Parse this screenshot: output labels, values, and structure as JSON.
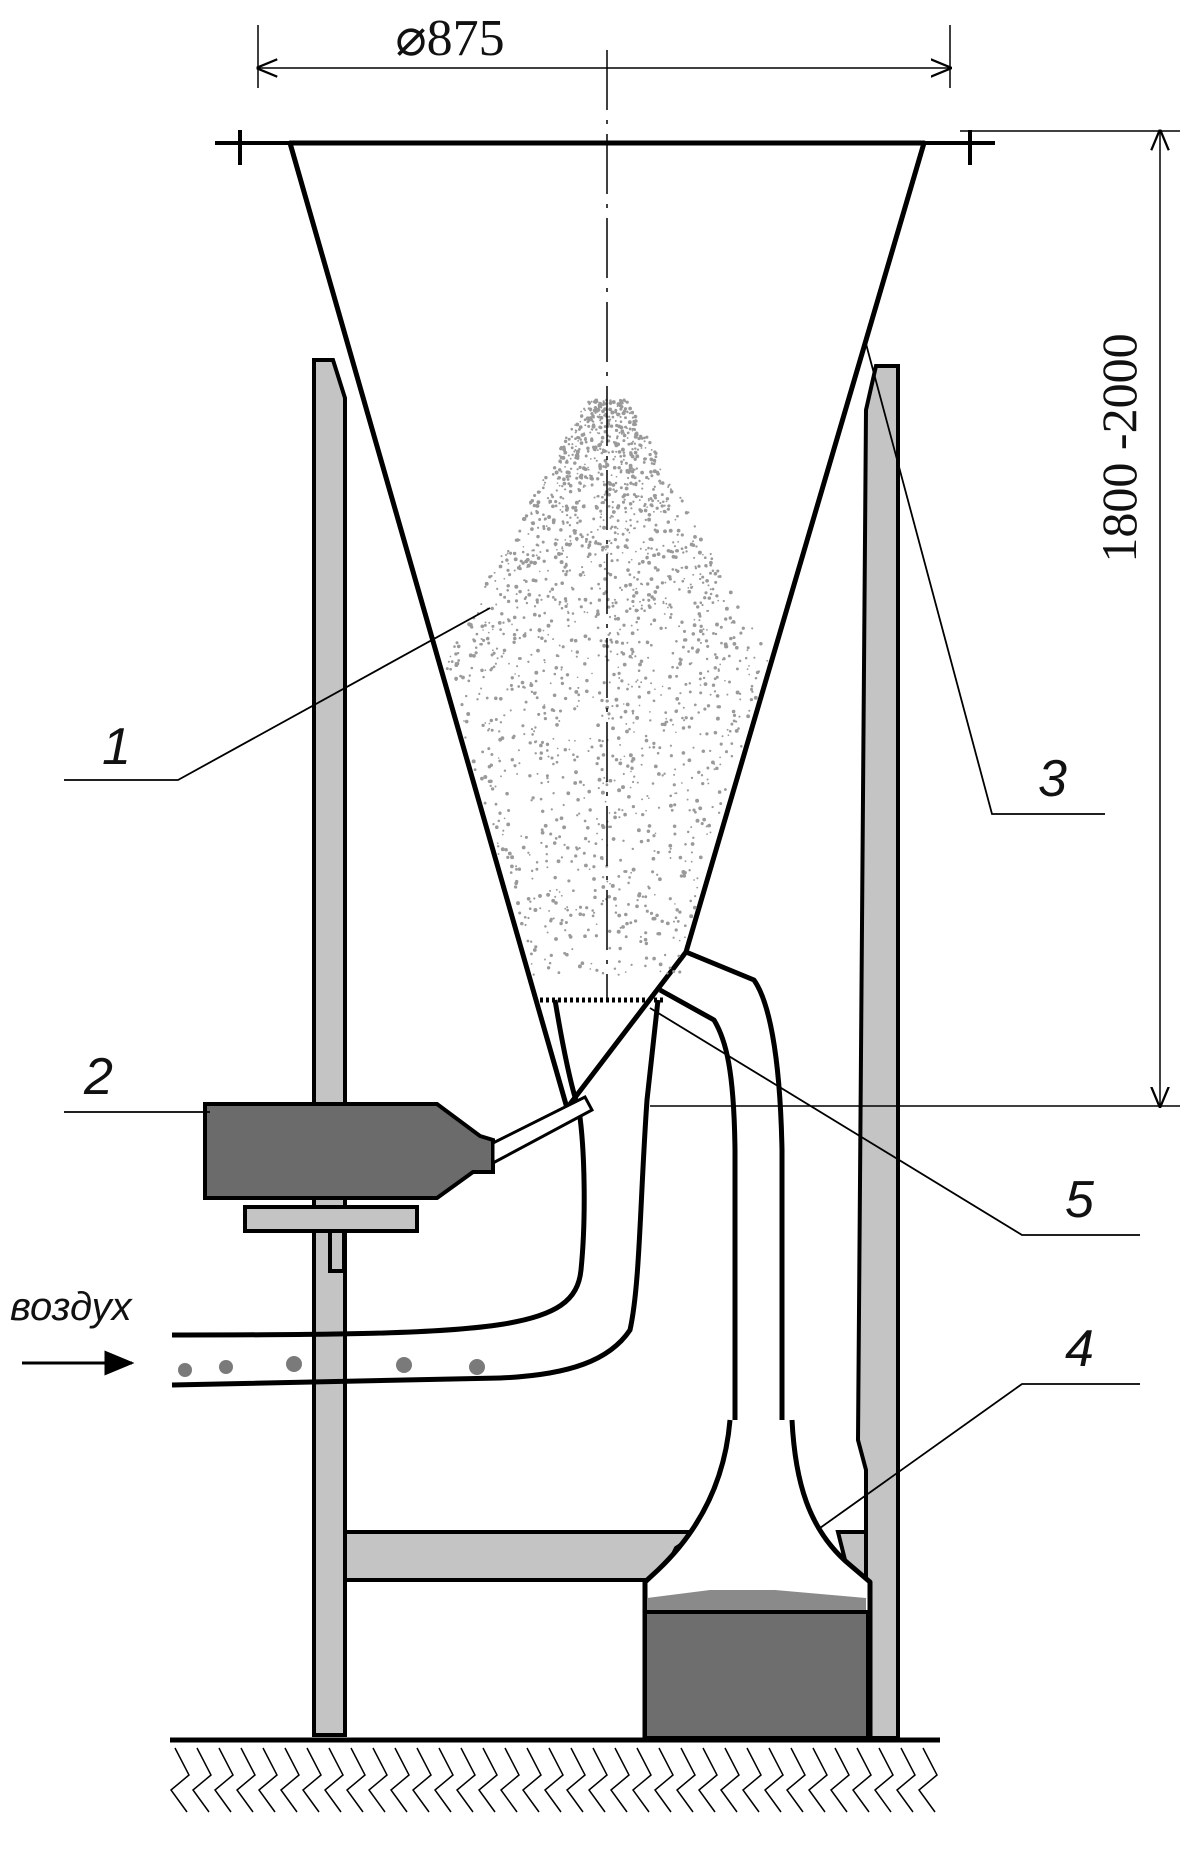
{
  "dimensions": {
    "diameter": "⌀875",
    "height": "1800 -2000"
  },
  "callouts": {
    "c1": "1",
    "c2": "2",
    "c3": "3",
    "c4": "4",
    "c5": "5"
  },
  "air_label": "воздух",
  "colors": {
    "line": "#000000",
    "frame_fill": "#c4c4c4",
    "fan_fill": "#6b6b6b",
    "powder": "#9a9a9a",
    "bin_fill": "#6e6e6e"
  }
}
